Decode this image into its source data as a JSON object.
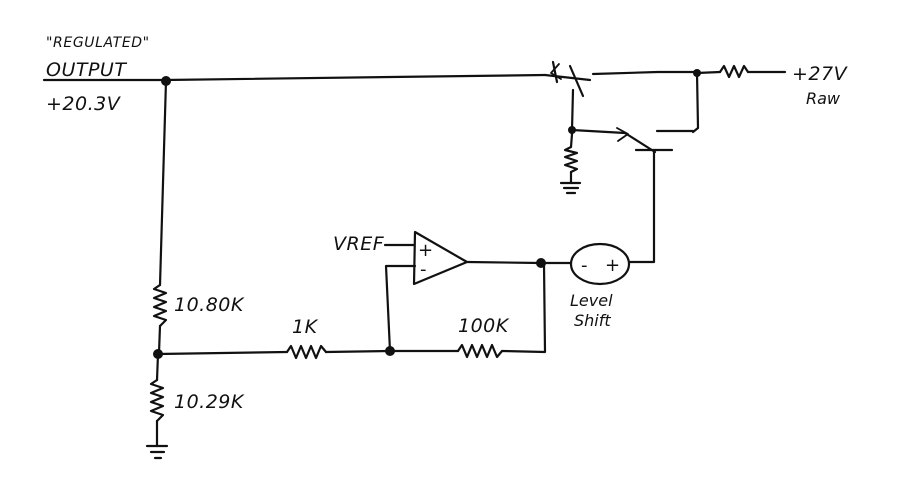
{
  "labels": {
    "regulated": "\"REGULATED\"",
    "output": "OUTPUT",
    "output_voltage": "+20.3V",
    "supply_voltage": "+27V",
    "supply_note": "Raw",
    "vref": "VREF",
    "r_top": "10.80K",
    "r_bottom": "10.29K",
    "r_input": "1K",
    "r_feedback": "100K",
    "level_shift_line1": "Level",
    "level_shift_line2": "Shift",
    "opamp_plus": "+",
    "opamp_minus": "-",
    "shift_minus": "-",
    "shift_plus": "+"
  }
}
